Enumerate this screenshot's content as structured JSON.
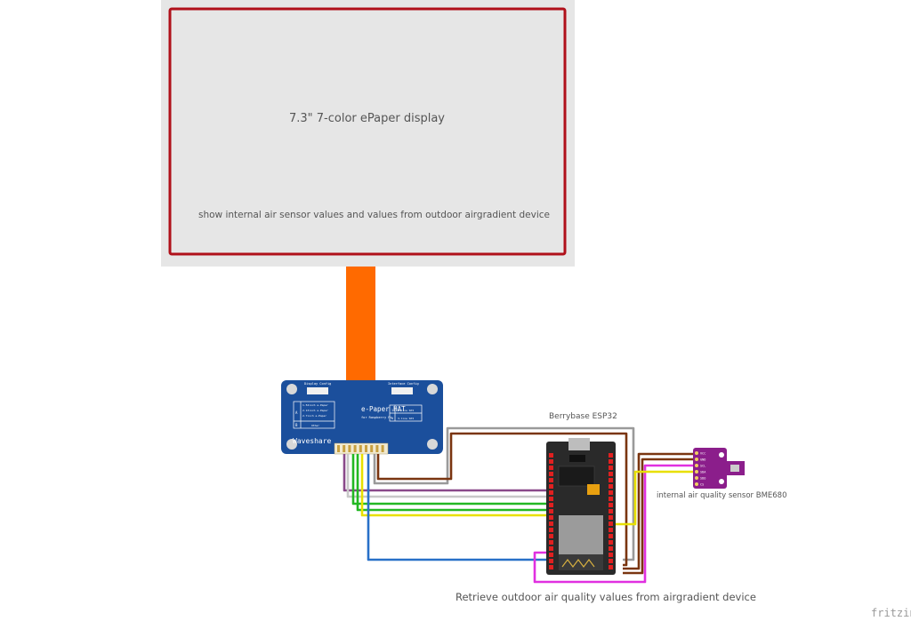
{
  "display": {
    "title": "7.3\"  7-color ePaper display",
    "subtitle": "show internal air sensor values and values from outdoor airgradient device"
  },
  "hat": {
    "display_config": "Display Config",
    "interface_config": "Interface Config",
    "title": "e-Paper HAT",
    "subtitle": "for Raspberry Pi",
    "brand": "Waveshare",
    "option_a": "A",
    "option_b": "B",
    "option_1": "1",
    "option_0": "0",
    "line_1": "1.54inch e-Paper",
    "line_2": "2.13inch e-Paper",
    "line_3": "2.7inch e-Paper",
    "line_4": "Other",
    "iface_1": "4-line SPI",
    "iface_0": "3-line SPI"
  },
  "esp": {
    "label": "Berrybase ESP32"
  },
  "bme": {
    "label": "internal air quality sensor BME680",
    "pins": [
      "VCC",
      "GND",
      "SCL",
      "SDA",
      "SDO",
      "CS"
    ]
  },
  "airgradient": {
    "label": "Retrieve outdoor air quality values from airgradient device"
  },
  "watermark": "fritzing",
  "colors": {
    "display_frame": "#b0101a",
    "display_panel": "#e6e6e6",
    "ribbon": "#ff6a00",
    "hat_board": "#1b4f9c",
    "esp_board": "#2a2a2a",
    "bme_board": "#8b1e8b",
    "wire_gray": "#9a9a9a",
    "wire_brown": "#7a3510",
    "wire_purple": "#8a4a8a",
    "wire_green": "#22b822",
    "wire_yellow": "#e8e000",
    "wire_blue": "#2870c8",
    "wire_magenta": "#e030e0"
  }
}
